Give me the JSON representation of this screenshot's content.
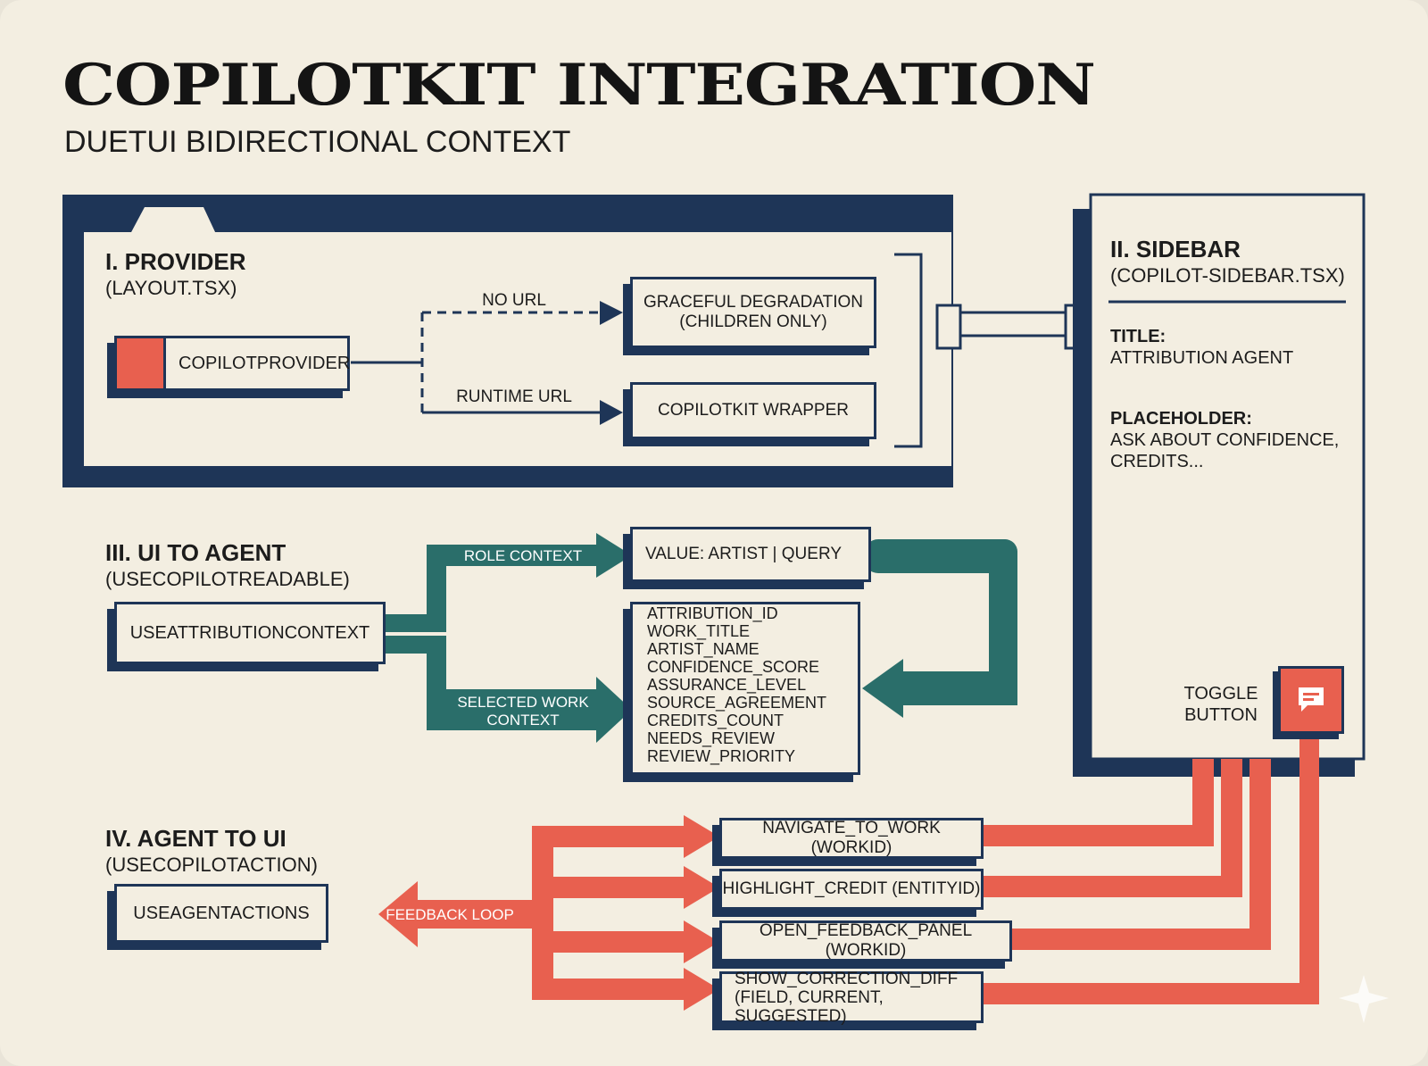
{
  "title": "COPILOTKIT INTEGRATION",
  "subtitle": "DUETUI BIDIRECTIONAL CONTEXT",
  "provider": {
    "heading": "I. PROVIDER",
    "file": "(LAYOUT.TSX)",
    "component": "COPILOTPROVIDER",
    "no_url_label": "NO URL",
    "runtime_url_label": "RUNTIME URL",
    "degradation_line1": "GRACEFUL DEGRADATION",
    "degradation_line2": "(CHILDREN ONLY)",
    "wrapper": "COPILOTKIT WRAPPER"
  },
  "sidebar": {
    "heading": "II. SIDEBAR",
    "file": "(COPILOT-SIDEBAR.TSX)",
    "title_label": "TITLE:",
    "title_value": "ATTRIBUTION AGENT",
    "placeholder_label": "PLACEHOLDER:",
    "placeholder_line1": "ASK ABOUT CONFIDENCE,",
    "placeholder_line2": "CREDITS...",
    "toggle_line1": "TOGGLE",
    "toggle_line2": "BUTTON",
    "toggle_icon": "chat-icon"
  },
  "ui_to_agent": {
    "heading": "III. UI TO AGENT",
    "hook": "(USECOPILOTREADABLE)",
    "component": "USEATTRIBUTIONCONTEXT",
    "role_context_label": "ROLE CONTEXT",
    "selected_work_line1": "SELECTED WORK",
    "selected_work_line2": "CONTEXT",
    "role_value": "VALUE: ARTIST | QUERY",
    "fields": [
      "ATTRIBUTION_ID",
      "WORK_TITLE",
      "ARTIST_NAME",
      "CONFIDENCE_SCORE",
      "ASSURANCE_LEVEL",
      "SOURCE_AGREEMENT",
      "CREDITS_COUNT",
      "NEEDS_REVIEW",
      "REVIEW_PRIORITY"
    ]
  },
  "agent_to_ui": {
    "heading": "IV. AGENT TO UI",
    "hook": "(USECOPILOTACTION)",
    "component": "USEAGENTACTIONS",
    "feedback_label": "FEEDBACK LOOP",
    "actions": [
      "NAVIGATE_TO_WORK (WORKID)",
      "HIGHLIGHT_CREDIT (ENTITYID)",
      "OPEN_FEEDBACK_PANEL (WORKID)"
    ],
    "correction_line1": "SHOW_CORRECTION_DIFF",
    "correction_line2": "(FIELD, CURRENT, SUGGESTED)"
  },
  "colors": {
    "navy": "#1e3557",
    "teal": "#2a6e6a",
    "coral": "#e8604f",
    "background": "#f3eee1"
  }
}
